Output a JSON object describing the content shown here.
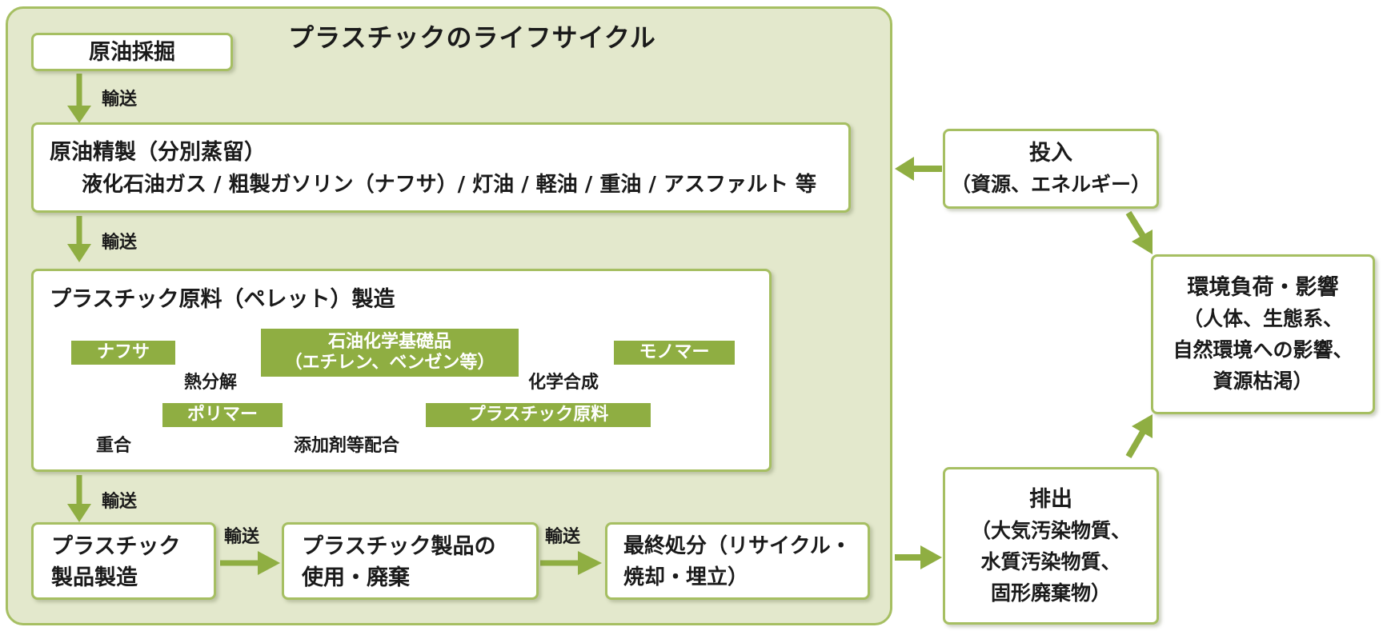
{
  "title": "プラスチックのライフサイクル",
  "nodes": {
    "crude_mining": "原油採掘",
    "refining": {
      "title": "原油精製（分別蒸留）",
      "products": "液化石油ガス / 粗製ガソリン（ナフサ）/ 灯油 / 軽油 / 重油 / アスファルト 等"
    },
    "pellet": {
      "title": "プラスチック原料（ペレット）製造",
      "naphtha": "ナフサ",
      "petrochem_line1": "石油化学基礎品",
      "petrochem_line2": "（エチレン、ベンゼン等）",
      "monomer": "モノマー",
      "polymer": "ポリマー",
      "raw_material": "プラスチック原料",
      "thermal_cracking": "熱分解",
      "chemical_synthesis": "化学合成",
      "polymerization": "重合",
      "additive_blending": "添加剤等配合"
    },
    "product_manufacturing": [
      "プラスチック",
      "製品製造"
    ],
    "use_disposal": [
      "プラスチック製品の",
      "使用・廃棄"
    ],
    "final_disposal": [
      "最終処分（リサイクル・",
      "焼却・埋立）"
    ],
    "input": [
      "投入",
      "（資源、エネルギー）"
    ],
    "emission": [
      "排出",
      "（大気汚染物質、",
      "水質汚染物質、",
      "固形廃棄物）"
    ],
    "impact": [
      "環境負荷・影響",
      "（人体、生態系、",
      "自然環境への影響、",
      "資源枯渇）"
    ]
  },
  "edge_labels": {
    "transport": "輸送"
  },
  "colors": {
    "panel_fill": "#e3e8cc",
    "panel_border": "#a6bf62",
    "arrow": "#8fae42",
    "green_bar": "#8fae42"
  }
}
